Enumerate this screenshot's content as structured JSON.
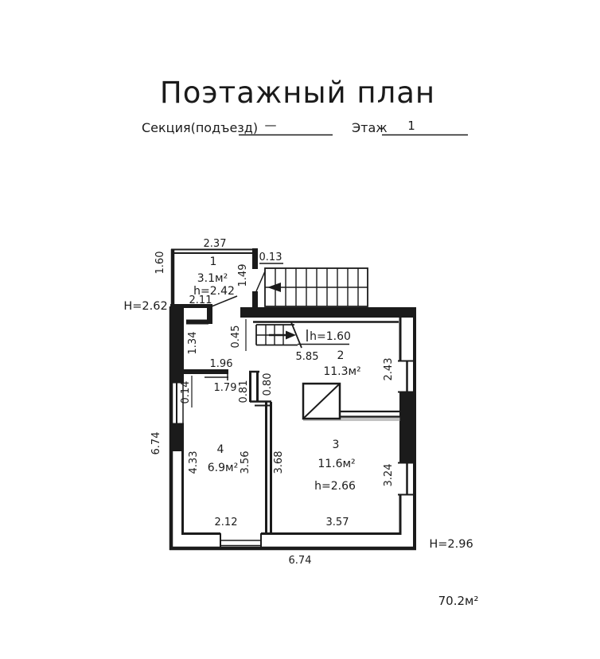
{
  "colors": {
    "ink": "#1b1b1b",
    "paper": "#ffffff",
    "hatch": "#8f8f8f"
  },
  "header": {
    "title": "Поэтажный план",
    "section_label": "Секция(подъезд)",
    "section_value": "—",
    "floor_label": "Этаж",
    "floor_value": "1"
  },
  "plan": {
    "rooms": {
      "r1": {
        "number": "1",
        "area": "3.1м²",
        "height": "h=2.42"
      },
      "r2": {
        "number": "2",
        "area": "11.3м²",
        "height": "h=1.60"
      },
      "r3": {
        "number": "3",
        "area": "11.6м²",
        "height": "h=2.66"
      },
      "r4": {
        "number": "4",
        "area": "6.9м²"
      }
    },
    "dims": {
      "annex_width": "2.37",
      "annex_depth": "1.60",
      "annex_inner_width": "2.11",
      "stair_gap": "0.13",
      "stair_wall": "1.49",
      "stair_offset": "0.45",
      "hall_length": "5.85",
      "window_right_top": "2.43",
      "shelf_width": "1.96",
      "wall_offset": "0.14",
      "door_width": "1.79",
      "duct_left": "0.81",
      "duct_right": "0.80",
      "corridor_depth": "1.34",
      "side_left": "6.74",
      "room4_left": "4.33",
      "room4_right": "3.56",
      "room3_left": "3.68",
      "window_right_bottom": "3.24",
      "room4_width": "2.12",
      "room3_width": "3.57",
      "bottom_width": "6.74"
    },
    "heights": {
      "annex": "H=2.62",
      "main": "H=2.96"
    },
    "total_area": "70.2м²"
  }
}
